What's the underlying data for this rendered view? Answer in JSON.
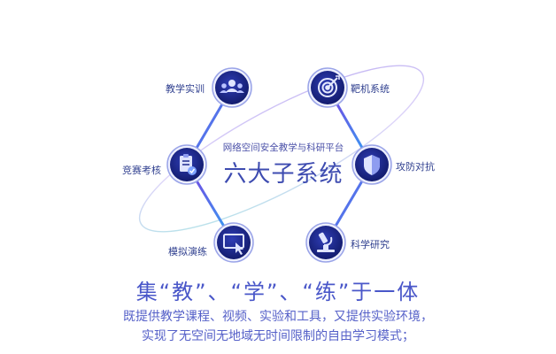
{
  "center": {
    "subtitle": "网络空间安全教学与科研平台",
    "title": "六大子系统"
  },
  "nodes": [
    {
      "id": "teaching",
      "label": "教学实训",
      "icon": "people-icon"
    },
    {
      "id": "target",
      "label": "靶机系统",
      "icon": "target-icon"
    },
    {
      "id": "attack",
      "label": "攻防对抗",
      "icon": "shield-icon"
    },
    {
      "id": "research",
      "label": "科学研究",
      "icon": "microscope-icon"
    },
    {
      "id": "simulation",
      "label": "模拟演练",
      "icon": "screen-cursor-icon"
    },
    {
      "id": "contest",
      "label": "竞赛考核",
      "icon": "clipboard-check-icon"
    }
  ],
  "headline": "集“教”、“学”、“练”于一体",
  "description": {
    "line1": "既提供教学课程、视频、实验和工具，又提供实验环境，",
    "line2": "实现了无空间无地域无时间限制的自由学习模式；"
  },
  "colors": {
    "node_fill": "#1d2a8c",
    "node_ring": "#2b3bb0",
    "edge_start": "#7a3fe0",
    "edge_end": "#2fa8f5",
    "orbit": "#b6a6f0",
    "orbit_alt": "#9fe8e0"
  }
}
